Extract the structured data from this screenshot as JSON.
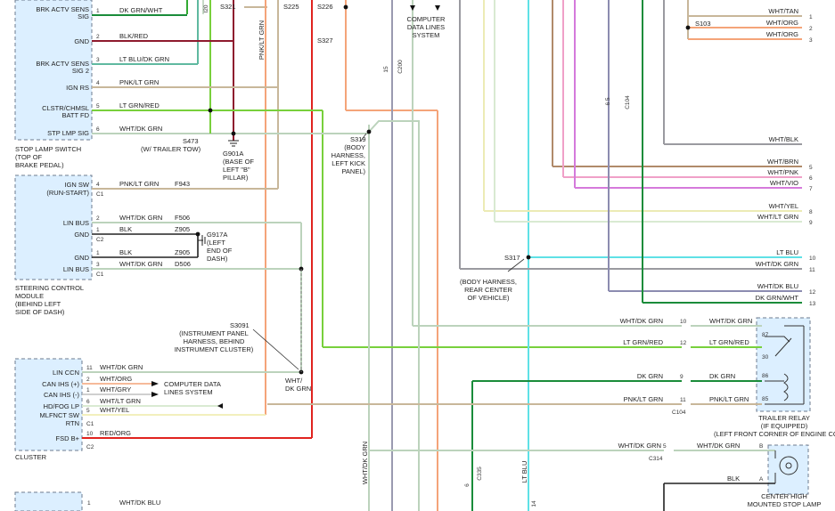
{
  "components": {
    "stop_lamp_switch": {
      "pins": [
        {
          "name": "BRK ACTV SENS",
          "name2": "SIG",
          "num": "1",
          "wire": "DK GRN/WHT"
        },
        {
          "name": "GND",
          "num": "2",
          "wire": "BLK/RED"
        },
        {
          "name": "BRK ACTV SENS",
          "name2": "SIG 2",
          "num": "3",
          "wire": "LT BLU/DK GRN"
        },
        {
          "name": "IGN RS",
          "num": "4",
          "wire": "PNK/LT GRN"
        },
        {
          "name": "CLSTR/CHMSL",
          "name2": "BATT FD",
          "num": "5",
          "wire": "LT GRN/RED"
        },
        {
          "name": "STP LMP SIG",
          "num": "6",
          "wire": "WHT/DK GRN"
        }
      ],
      "caption": [
        "STOP LAMP SWITCH",
        "(TOP OF",
        "BRAKE PEDAL)"
      ]
    },
    "steering_control_module": {
      "pins": [
        {
          "name": "IGN SW",
          "name2": "(RUN-START)",
          "num": "4",
          "wire": "PNK/LT GRN",
          "circuit": "F943",
          "conn": "C1"
        },
        {
          "name": "LIN BUS",
          "num": "2",
          "wire": "WHT/DK GRN",
          "circuit": "F506"
        },
        {
          "name": "GND",
          "num": "1",
          "wire": "BLK",
          "circuit": "Z905",
          "conn": "C2"
        },
        {
          "name": "GND",
          "num": "1",
          "wire": "BLK",
          "circuit": "Z905"
        },
        {
          "name": "LIN BUS",
          "num": "3",
          "wire": "WHT/DK GRN",
          "circuit": "D506",
          "conn": "C1"
        }
      ],
      "caption": [
        "STEERING CONTROL",
        "MODULE",
        "(BEHIND LEFT",
        "SIDE OF DASH)"
      ]
    },
    "cluster": {
      "pins": [
        {
          "name": "LIN CCN",
          "num": "11",
          "wire": "WHT/DK GRN"
        },
        {
          "name": "CAN IHS (+)",
          "num": "2",
          "wire": "WHT/ORG"
        },
        {
          "name": "CAN IHS (-)",
          "num": "1",
          "wire": "WHT/GRY"
        },
        {
          "name": "HD/FOG LP",
          "num": "6",
          "wire": "WHT/LT GRN"
        },
        {
          "name": "MLFNCT SW",
          "name2": "RTN",
          "num": "5",
          "wire": "WHT/YEL",
          "conn": "C1"
        },
        {
          "name": "FSD B+",
          "num": "10",
          "wire": "RED/ORG",
          "conn": "C2"
        }
      ],
      "caption": "CLUSTER",
      "bottom_pin": {
        "num": "1",
        "wire": "WHT/DK BLU"
      }
    },
    "trailer_relay": {
      "caption": [
        "TRAILER RELAY",
        "(IF EQUIPPED)",
        "(LEFT FRONT CORNER OF ENGINE COMPT)"
      ],
      "terminals": [
        "87",
        "30",
        "86",
        "85"
      ],
      "inputs": [
        {
          "wire": "WHT/DK GRN",
          "pin": "10",
          "wire2": "WHT/DK GRN"
        },
        {
          "wire": "LT GRN/RED",
          "pin": "12",
          "wire2": "LT GRN/RED"
        },
        {
          "wire": "DK GRN",
          "pin": "9",
          "wire2": "DK GRN"
        },
        {
          "wire": "PNK/LT GRN",
          "pin": "11",
          "wire2": "PNK/LT GRN"
        }
      ],
      "connector": "C104"
    },
    "chmsl": {
      "caption": [
        "CENTER HIGH",
        "MOUNTED STOP LAMP"
      ],
      "pin_b": "B",
      "pin_a": "A",
      "wire_b": "WHT/DK GRN",
      "wire_a": "BLK",
      "input_wire": "WHT/DK GRN",
      "input_pin": "5",
      "connector": "C314"
    }
  },
  "right_harness": [
    {
      "num": "1",
      "wire": "WHT/TAN"
    },
    {
      "num": "2",
      "wire": "WHT/ORG"
    },
    {
      "num": "3",
      "wire": "WHT/ORG"
    },
    {
      "num": "",
      "wire": "WHT/BLK"
    },
    {
      "num": "5",
      "wire": "WHT/BRN"
    },
    {
      "num": "6",
      "wire": "WHT/PNK"
    },
    {
      "num": "7",
      "wire": "WHT/VIO"
    },
    {
      "num": "8",
      "wire": "WHT/YEL"
    },
    {
      "num": "9",
      "wire": "WHT/LT GRN"
    },
    {
      "num": "10",
      "wire": "LT BLU"
    },
    {
      "num": "11",
      "wire": "WHT/DK GRN"
    },
    {
      "num": "12",
      "wire": "WHT/DK BLU"
    },
    {
      "num": "13",
      "wire": "DK GRN/WHT"
    }
  ],
  "splices": {
    "s321": "S321",
    "s225": "S225",
    "s226": "S226",
    "s327": "S327",
    "s103": "S103",
    "s473": "S473",
    "s473_note": "(W/ TRAILER TOW)",
    "g901a": "G901A",
    "g901a_note": [
      "(BASE OF",
      "LEFT \"B\"",
      "PILLAR)"
    ],
    "s319": "S319",
    "s319_note": [
      "(BODY",
      "HARNESS,",
      "LEFT KICK",
      "PANEL)"
    ],
    "g917a": "G917A",
    "g917a_note": [
      "(LEFT",
      "END OF",
      "DASH)"
    ],
    "s317": "S317",
    "s317_note": [
      "(BODY HARNESS,",
      "REAR CENTER",
      "OF VEHICLE)"
    ],
    "s3091": "S3091",
    "s3091_note": [
      "(INSTRUMENT PANEL",
      "HARNESS, BEHIND",
      "INSTRUMENT CLUSTER)"
    ]
  },
  "system_labels": {
    "top": [
      "COMPUTER",
      "DATA LINES",
      "SYSTEM"
    ],
    "cluster": [
      "COMPUTER DATA",
      "LINES SYSTEM"
    ]
  },
  "vertical_labels": {
    "pnk_lt_grn": "PNK/LT GRN",
    "wht_dk_grn": "WHT/DK GRN",
    "lt_blu": "LT BLU",
    "c200": "C200",
    "c200_num": "15",
    "c104_top": "C104",
    "c104_nums": "6  5",
    "c335": "C335",
    "c335_num": "6",
    "i20": "I20",
    "wht_dk_grn_mid": [
      "WHT/",
      "DK GRN"
    ],
    "s317_num": "14"
  }
}
